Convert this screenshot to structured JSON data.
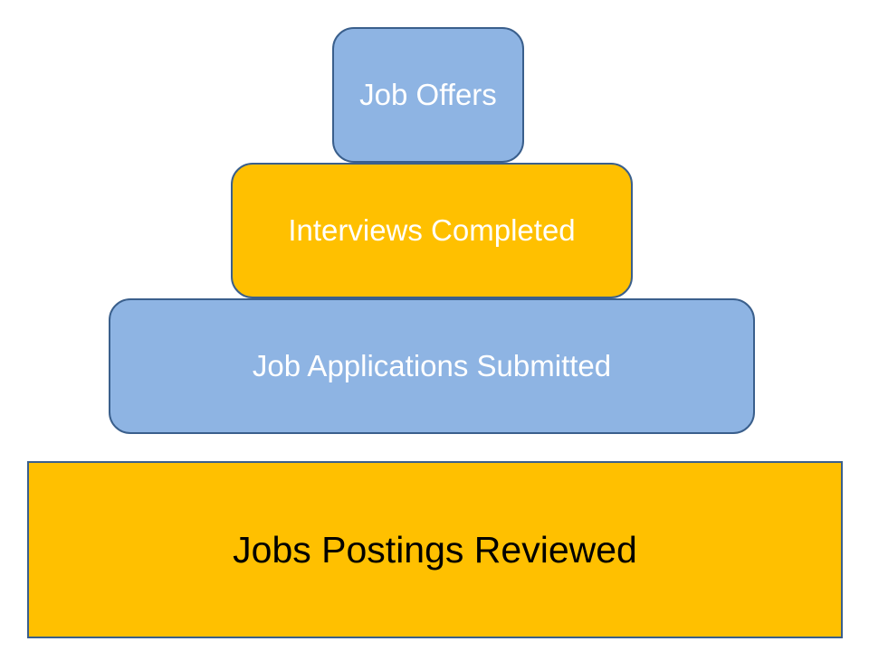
{
  "pyramid": {
    "levels": [
      {
        "label": "Job Offers",
        "fill": "#8eb4e3",
        "text_color": "#ffffff"
      },
      {
        "label": "Interviews Completed",
        "fill": "#ffc000",
        "text_color": "#ffffff"
      },
      {
        "label": "Job Applications Submitted",
        "fill": "#8eb4e3",
        "text_color": "#ffffff"
      },
      {
        "label": "Jobs Postings Reviewed",
        "fill": "#ffc000",
        "text_color": "#000000"
      }
    ],
    "border_color": "#3a5f8c"
  }
}
